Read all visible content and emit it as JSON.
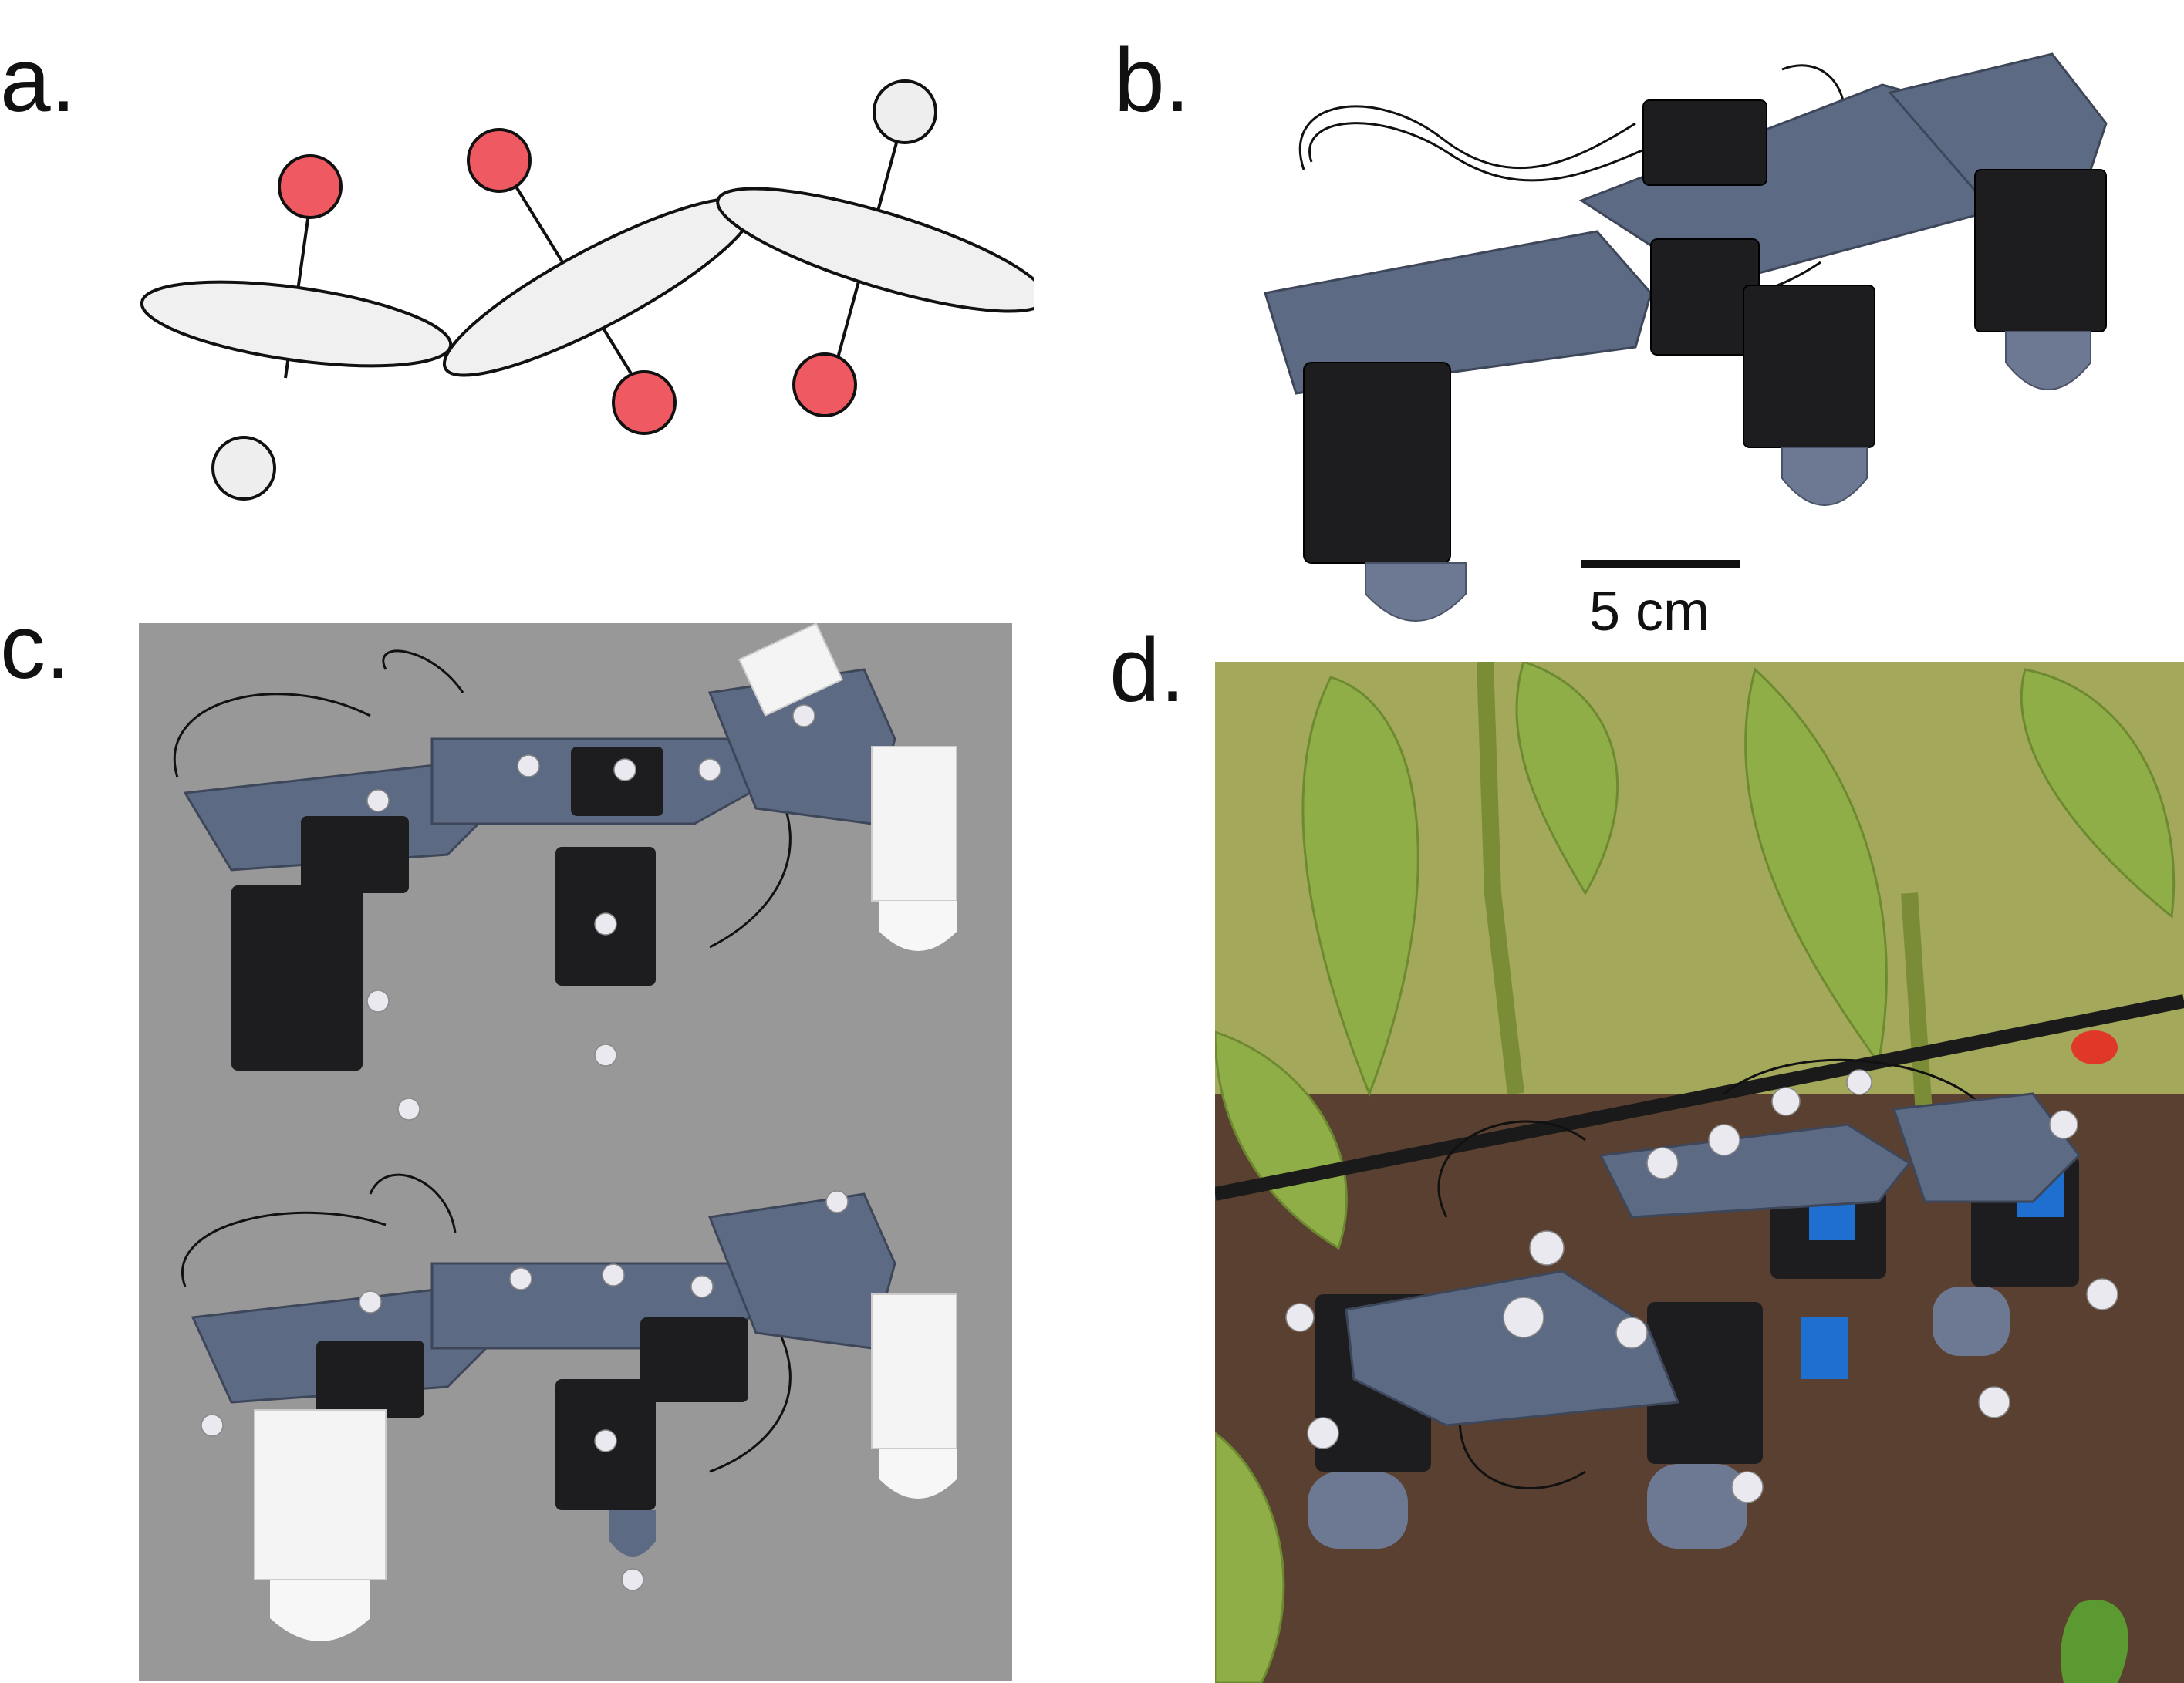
{
  "panels": {
    "a": {
      "label": "a."
    },
    "b": {
      "label": "b.",
      "scale_bar_label": "5 cm"
    },
    "c": {
      "label": "c."
    },
    "d": {
      "label": "d."
    }
  },
  "colors": {
    "active_joint": "#ef5a62",
    "inactive_joint": "#eeeeee",
    "body_fill": "#f0f0f0",
    "outline": "#111111",
    "robot_blue_grey": "#5c6a84",
    "servo_black": "#1d1d1f",
    "marker_white": "#e9e9ef",
    "sim_background": "#989898",
    "foliage_green": "#8fae48",
    "soil_brown": "#5a4030",
    "tape_blue": "#1e6fd0"
  },
  "icons": {
    "scale_bar": "scale-bar-icon"
  }
}
